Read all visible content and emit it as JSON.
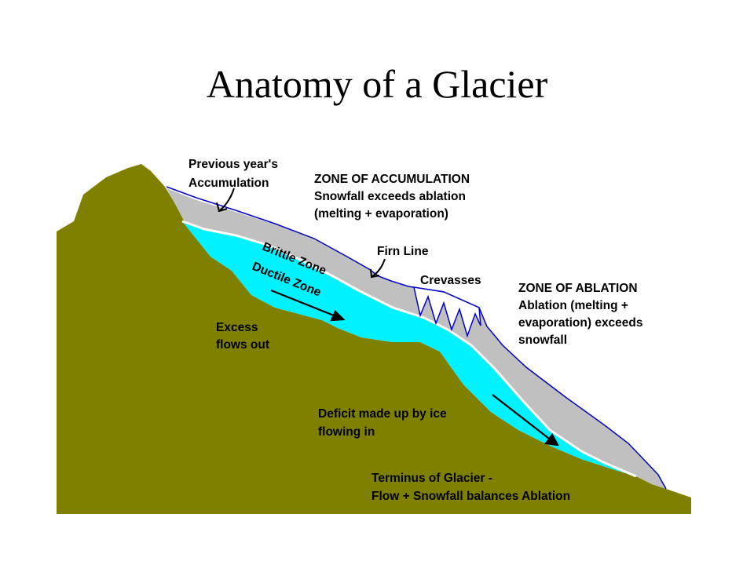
{
  "title": "Anatomy of a Glacier",
  "labels": {
    "previous_year_line1": "Previous year's",
    "previous_year_line2": "Accumulation",
    "zone_accumulation_title": "ZONE OF ACCUMULATION",
    "zone_accumulation_line1": "Snowfall exceeds ablation",
    "zone_accumulation_line2": "(melting + evaporation)",
    "firn_line": "Firn Line",
    "crevasses": "Crevasses",
    "zone_ablation_title": "ZONE OF ABLATION",
    "zone_ablation_line1": "Ablation (melting +",
    "zone_ablation_line2": "evaporation) exceeds",
    "zone_ablation_line3": "snowfall",
    "brittle_zone": "Brittle Zone",
    "ductile_zone": "Ductile Zone",
    "excess_line1": "Excess",
    "excess_line2": "flows out",
    "deficit_line1": "Deficit made up by ice",
    "deficit_line2": "flowing in",
    "terminus_line1": "Terminus of Glacier -",
    "terminus_line2": "Flow + Snowfall balances Ablation"
  },
  "colors": {
    "ground": "#808000",
    "ductile_ice": "#00f2ff",
    "brittle_ice": "#c0c0c0",
    "snow_outline": "#0000cc",
    "divider": "#ffffff"
  }
}
